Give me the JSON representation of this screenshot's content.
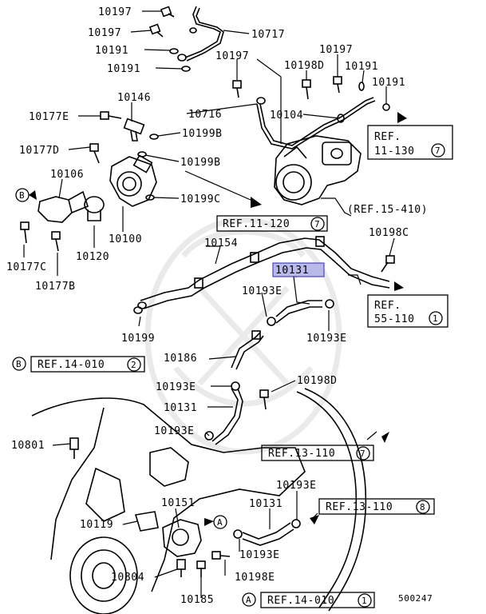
{
  "labels": {
    "l10197a": "10197",
    "l10197b": "10197",
    "l10191a": "10191",
    "l10191b": "10191",
    "l10717": "10717",
    "l10197c": "10197",
    "l10198d_top": "10198D",
    "l10197d": "10197",
    "l10191c": "10191",
    "l10191d": "10191",
    "l10146": "10146",
    "l10716": "10716",
    "l10104": "10104",
    "l10177e": "10177E",
    "l10199b_a": "10199B",
    "l10177d": "10177D",
    "l10106": "10106",
    "l10199b_b": "10199B",
    "l10199c": "10199C",
    "l10120": "10120",
    "l10100": "10100",
    "l10177c": "10177C",
    "l10177b": "10177B",
    "l10154": "10154",
    "l10198c": "10198C",
    "l10131_hl": "10131",
    "l10193e_a": "10193E",
    "l10199": "10199",
    "l10193e_b": "10193E",
    "l10186": "10186",
    "l10193e_c": "10193E",
    "l10198d_mid": "10198D",
    "l10131b": "10131",
    "l10193e_d": "10193E",
    "l10801": "10801",
    "l10193e_e": "10193E",
    "l10131c": "10131",
    "l10151": "10151",
    "l10119": "10119",
    "l10193e_f": "10193E",
    "l10804": "10804",
    "l10198e": "10198E",
    "l10185": "10185",
    "diagram_code": "500247"
  },
  "refs": {
    "ref_11_130": {
      "line1": "REF.",
      "line2": "11-130",
      "num": "7"
    },
    "ref_15_410": {
      "text": "(REF.15-410)"
    },
    "ref_11_120": {
      "text": "REF.11-120",
      "num": "7"
    },
    "ref_55_110": {
      "line1": "REF.",
      "line2": "55-110",
      "num": "1"
    },
    "ref_14_010_b": {
      "marker": "B",
      "text": "REF.14-010",
      "num": "2"
    },
    "ref_13_110_7": {
      "text": "REF.13-110",
      "num": "7"
    },
    "ref_13_110_8": {
      "text": "REF.13-110",
      "num": "8"
    },
    "ref_14_010_a": {
      "marker": "A",
      "text": "REF.14-010",
      "num": "1"
    }
  },
  "markers": {
    "b_arrow": "B",
    "a_arrow": "A"
  },
  "colors": {
    "highlight_fill": "#b9b9ea",
    "highlight_stroke": "#2b2bb0",
    "ink": "#000000"
  }
}
